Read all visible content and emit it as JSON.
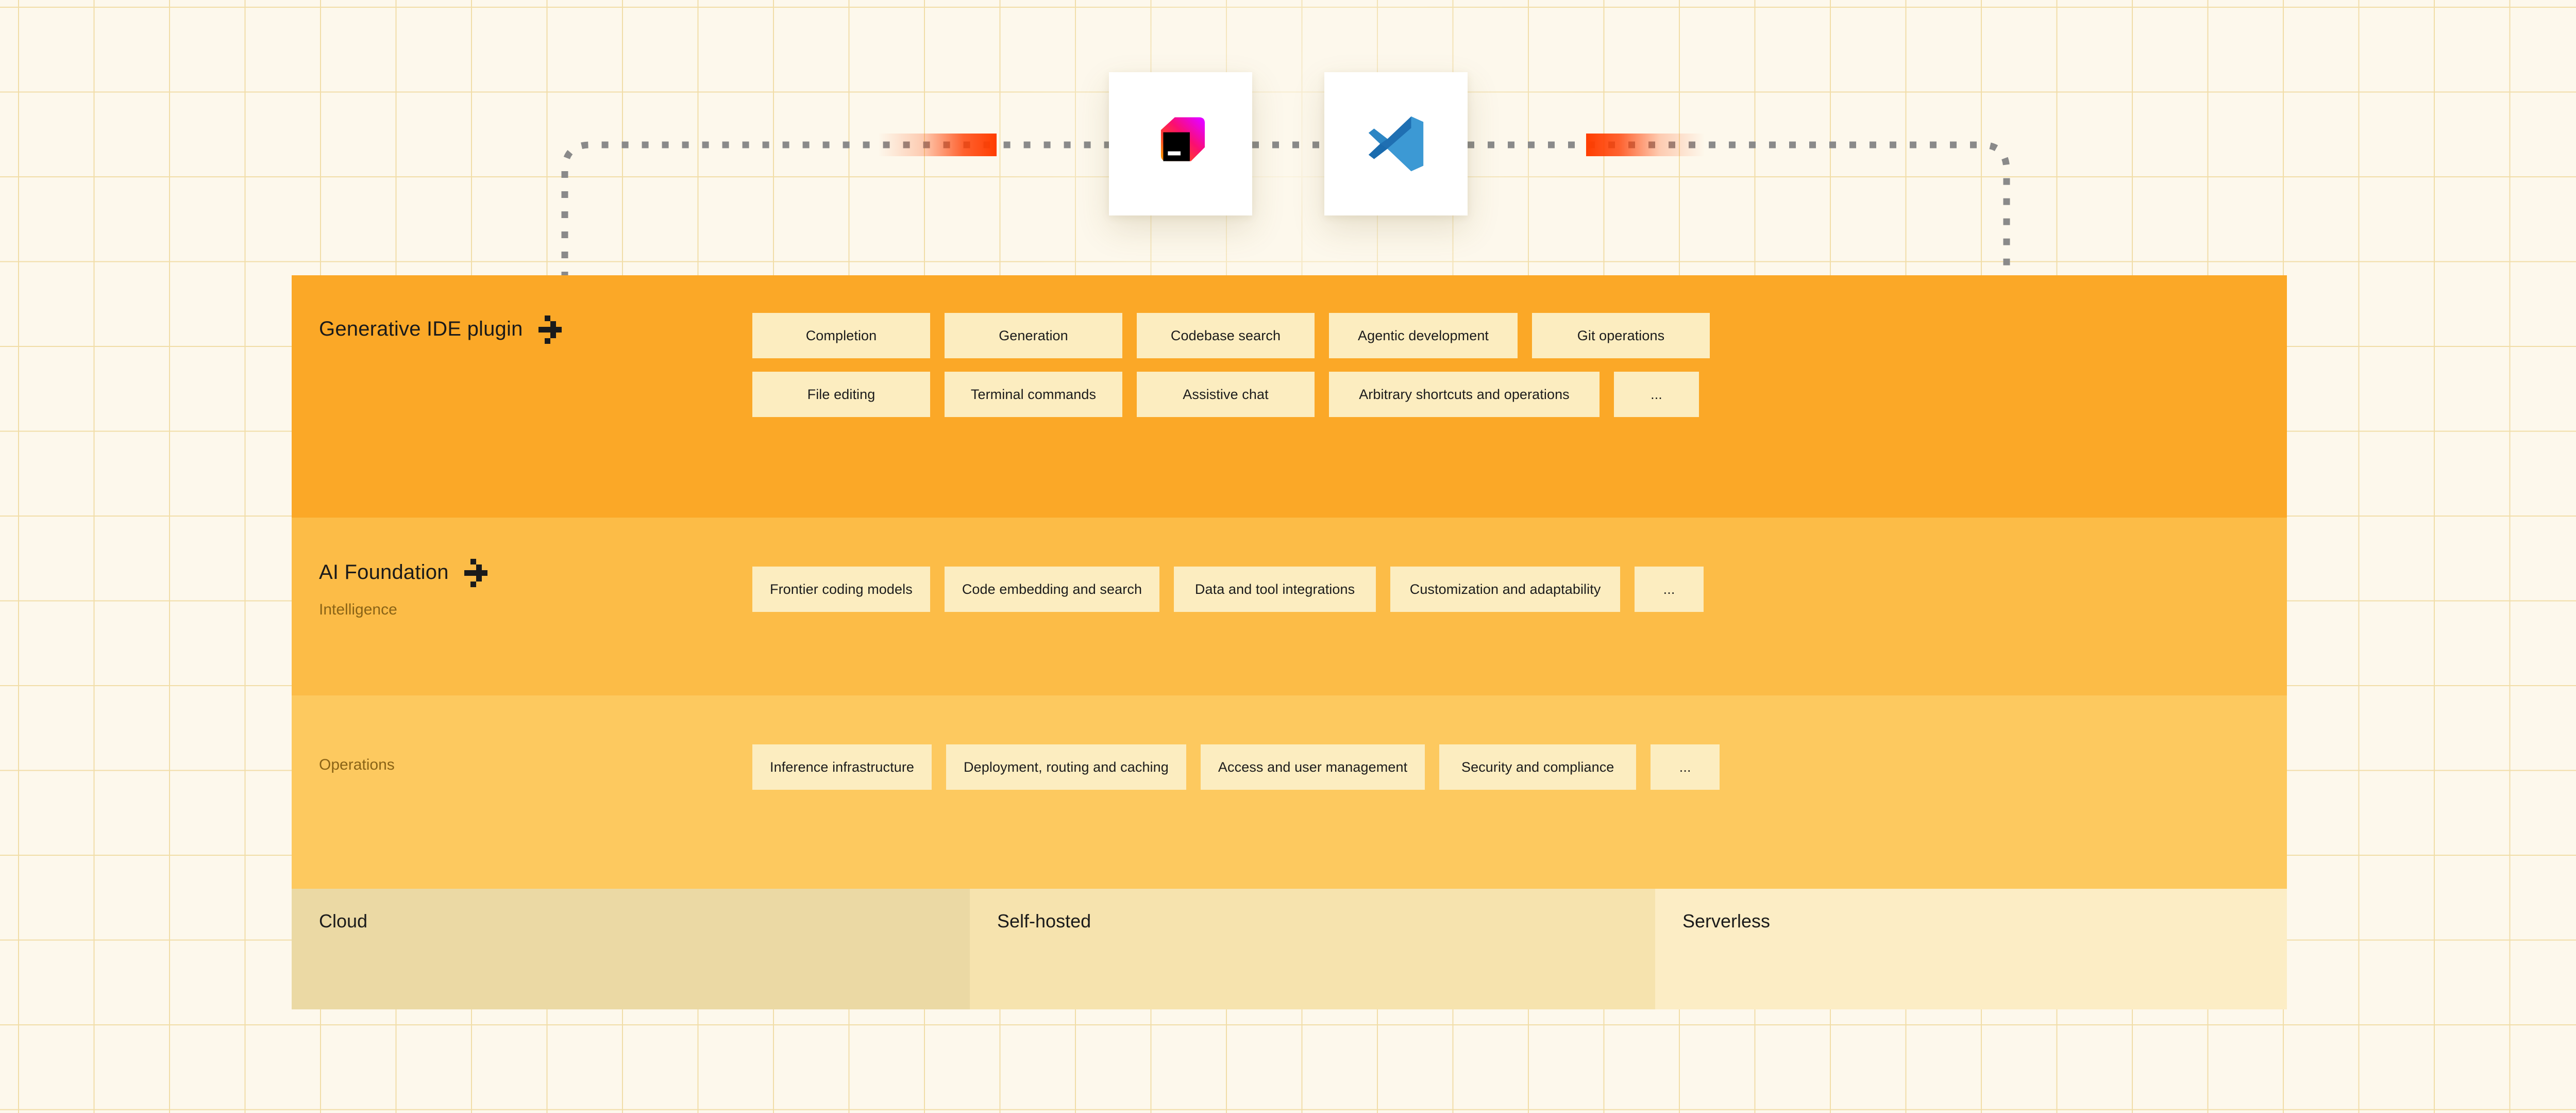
{
  "background": {
    "color": "#FDF8EC",
    "grid_line_color": "#EFD99B"
  },
  "connectors": {
    "style": "dotted",
    "dot_color": "#8A8A8A",
    "pulse_color": "#FF3D00",
    "left_pulse_label": "data-flow-pulse-left",
    "right_pulse_label": "data-flow-pulse-right"
  },
  "ide_tiles": [
    {
      "name": "jetbrains-logo",
      "label": "JetBrains IDE"
    },
    {
      "name": "vscode-logo",
      "label": "Visual Studio Code"
    }
  ],
  "stack": {
    "bands": [
      {
        "id": "generative-ide-plugin",
        "title": "Generative IDE plugin",
        "sublabel": "",
        "has_arrow": true,
        "color": "#FBA827",
        "chip_rows": [
          [
            "Completion",
            "Generation",
            "Codebase search",
            "Agentic development",
            "Git operations"
          ],
          [
            "File editing",
            "Terminal commands",
            "Assistive chat",
            "Arbitrary shortcuts and operations",
            "..."
          ]
        ]
      },
      {
        "id": "ai-foundation-intelligence",
        "title": "AI Foundation",
        "sublabel": "Intelligence",
        "has_arrow": true,
        "color": "#FCBC47",
        "chip_rows": [
          [
            "Frontier coding models",
            "Code embedding and search",
            "Data and tool integrations",
            "Customization and adaptability",
            "..."
          ]
        ]
      },
      {
        "id": "ai-foundation-operations",
        "title": "",
        "sublabel": "Operations",
        "has_arrow": false,
        "color": "#FDC95F",
        "chip_rows": [
          [
            "Inference infrastructure",
            "Deployment, routing and caching",
            "Access and user management",
            "Security and compliance",
            "..."
          ]
        ]
      }
    ]
  },
  "deployment": {
    "cells": [
      {
        "label": "Cloud",
        "color": "#EBD9A4"
      },
      {
        "label": "Self-hosted",
        "color": "#F6E3AE"
      },
      {
        "label": "Serverless",
        "color": "#FCEDC5"
      }
    ]
  }
}
